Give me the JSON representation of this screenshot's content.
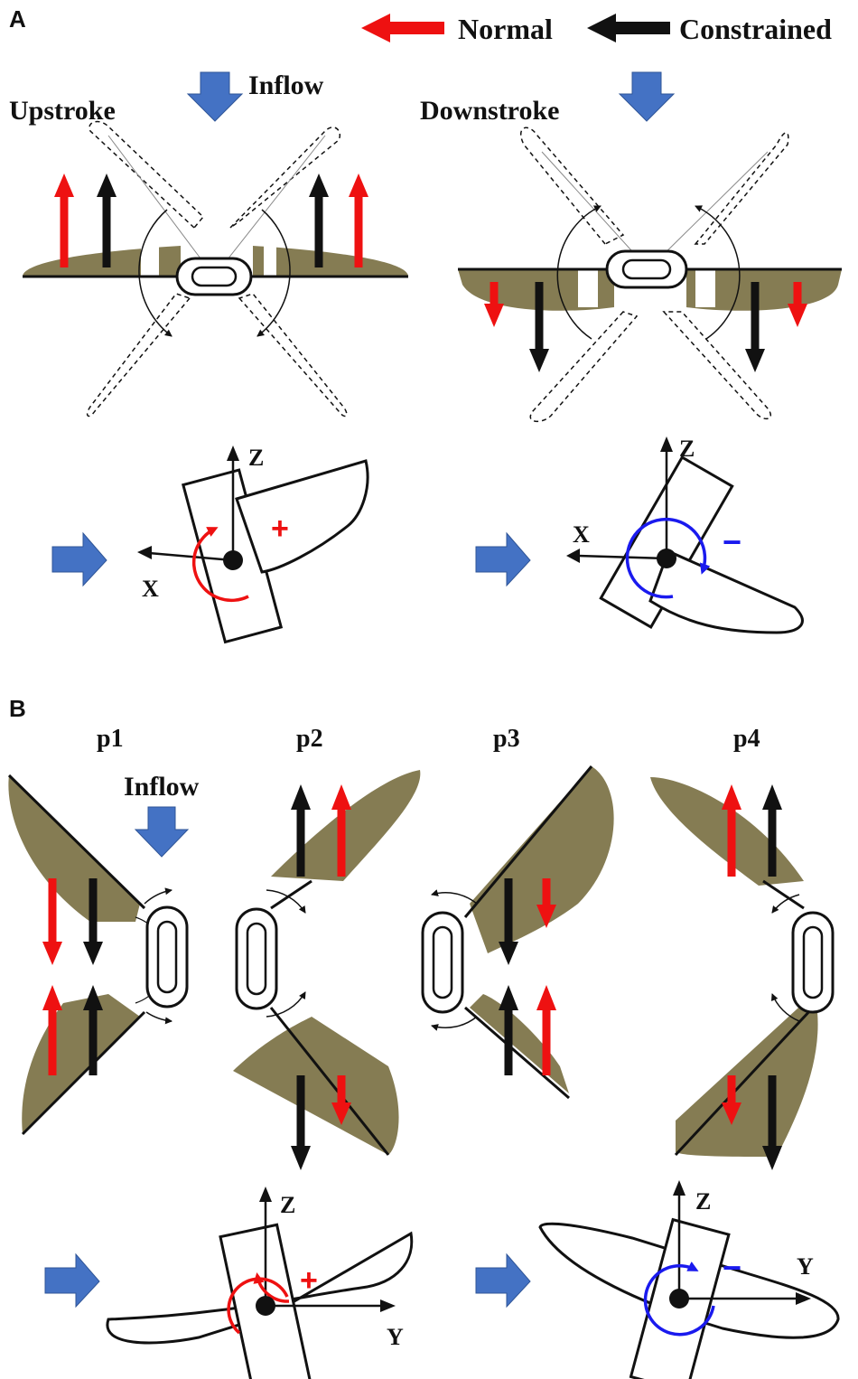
{
  "colors": {
    "normal": "#ee1111",
    "constrained": "#111111",
    "wing_fill": "#857c53",
    "inflow": "#4472c4",
    "positive": "#ee1111",
    "negative": "#1a1aee"
  },
  "legend": {
    "normal_label": "Normal",
    "constrained_label": "Constrained"
  },
  "panel_a": {
    "label": "A",
    "inflow_label": "Inflow",
    "upstroke_label": "Upstroke",
    "downstroke_label": "Downstroke",
    "axes_left": {
      "z": "Z",
      "x": "X",
      "sign": "+"
    },
    "axes_right": {
      "z": "Z",
      "x": "X",
      "sign": "−"
    }
  },
  "panel_b": {
    "label": "B",
    "phases": [
      "p1",
      "p2",
      "p3",
      "p4"
    ],
    "inflow_label": "Inflow",
    "axes_left": {
      "z": "Z",
      "y": "Y",
      "sign": "+"
    },
    "axes_right": {
      "z": "Z",
      "y": "Y",
      "sign": "−"
    }
  }
}
